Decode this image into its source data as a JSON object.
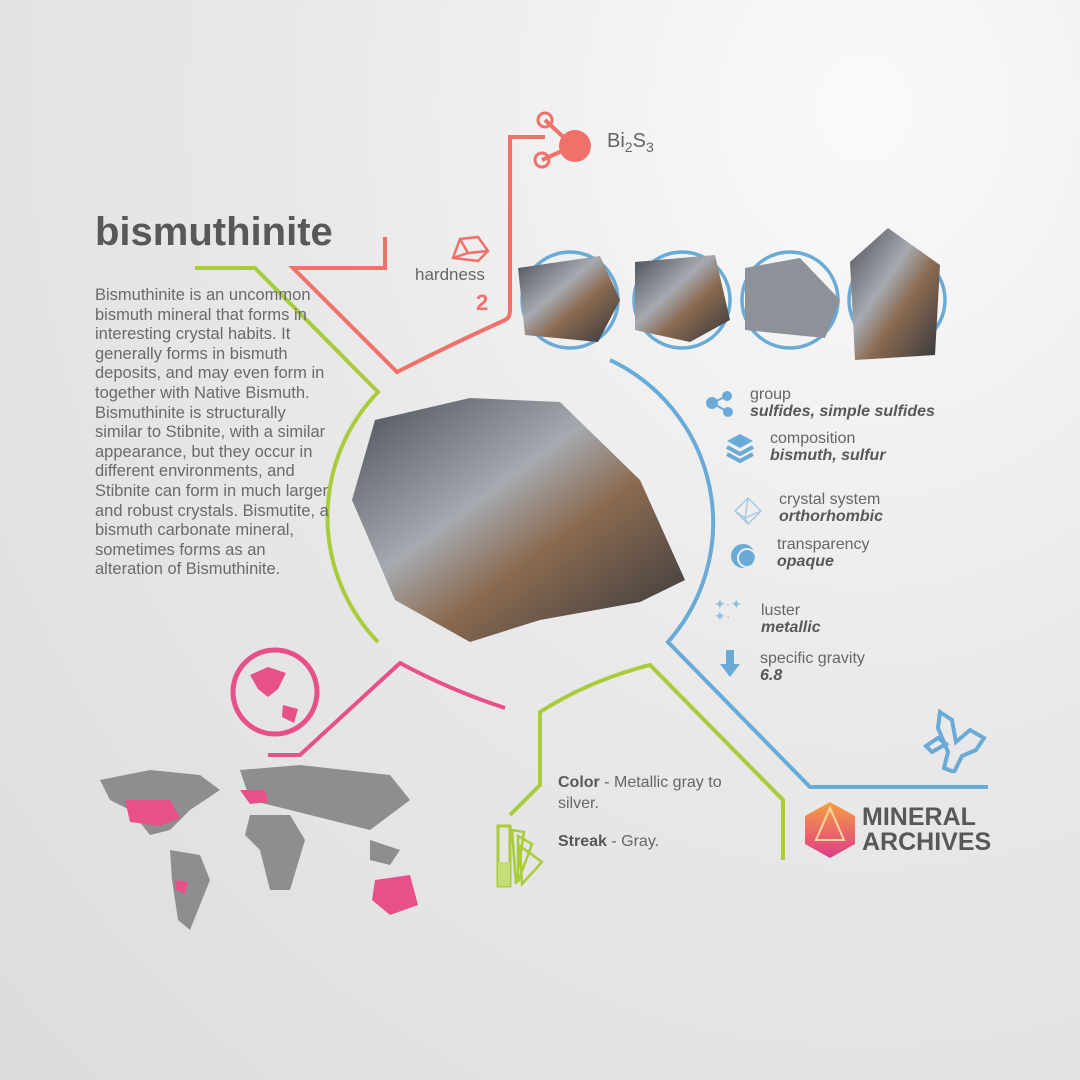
{
  "mineral": {
    "name": "bismuthinite",
    "description": "Bismuthinite is an uncommon bismuth mineral that forms in interesting crystal habits. It generally forms in bismuth deposits, and may even form in together with Native Bismuth. Bismuthinite is structurally similar to Stibnite, with a similar appearance, but they occur in different environments, and Stibnite can form in much larger and robust crystals. Bismutite, a bismuth carbonate mineral, sometimes forms as an alteration of Bismuthinite."
  },
  "formula": {
    "element1": "Bi",
    "sub1": "2",
    "element2": "S",
    "sub2": "3"
  },
  "hardness": {
    "label": "hardness",
    "value": "2"
  },
  "properties": [
    {
      "label": "group",
      "value": "sulfides, simple sulfides",
      "icon": "molecule-icon"
    },
    {
      "label": "composition",
      "value": "bismuth, sulfur",
      "icon": "layers-icon"
    },
    {
      "label": "crystal system",
      "value": "orthorhombic",
      "icon": "crystal-icon"
    },
    {
      "label": "transparency",
      "value": "opaque",
      "icon": "transparency-icon"
    },
    {
      "label": "luster",
      "value": "metallic",
      "icon": "sparkle-icon"
    },
    {
      "label": "specific gravity",
      "value": "6.8",
      "icon": "arrow-down-icon"
    }
  ],
  "color_streak": {
    "color_label": "Color",
    "color_value": " - Metallic gray to silver.",
    "streak_label": "Streak",
    "streak_value": " - Gray."
  },
  "logo": {
    "line1": "MINERAL",
    "line2": "ARCHIVES"
  },
  "colors": {
    "red": "#f0706a",
    "green": "#a8cc3a",
    "blue": "#6aaad6",
    "pink": "#e8508a",
    "map": "#8e8e90"
  }
}
